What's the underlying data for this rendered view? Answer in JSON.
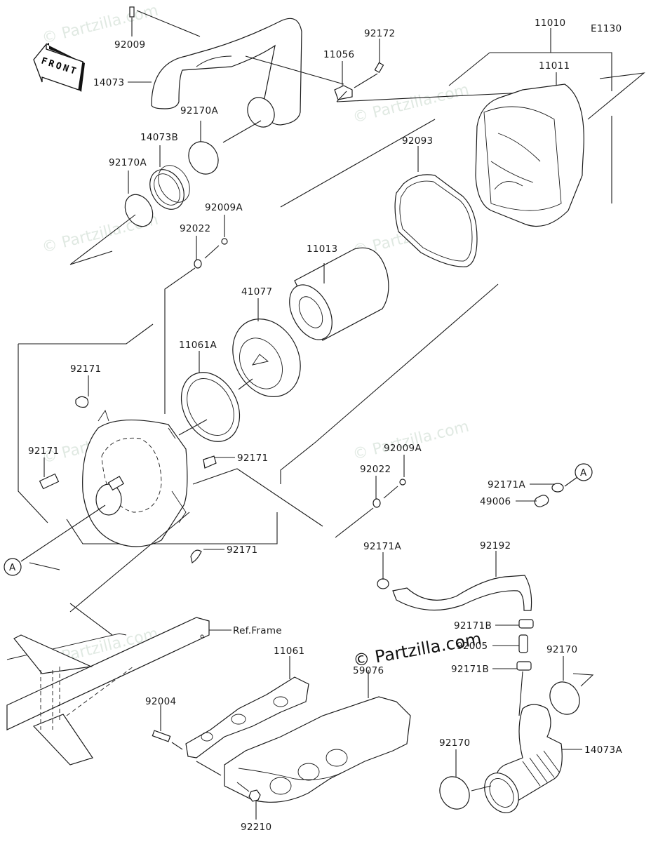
{
  "diagram": {
    "code": "E1130",
    "front_label": "FRONT",
    "ref_frame": "Ref.Frame",
    "watermark": "© Partzilla.com",
    "callout": "A",
    "parts": {
      "p92009": "92009",
      "p14073": "14073",
      "p92170A_top": "92170A",
      "p14073B": "14073B",
      "p92170A_left": "92170A",
      "p92009A_top": "92009A",
      "p92022_top": "92022",
      "p92172": "92172",
      "p11056": "11056",
      "p11010": "11010",
      "p11011": "11011",
      "p92093": "92093",
      "p11013": "11013",
      "p41077": "41077",
      "p11061A": "11061A",
      "p92171_a": "92171",
      "p92171_b": "92171",
      "p92171_c": "92171",
      "p92171_d": "92171",
      "p92009A_mid": "92009A",
      "p92022_mid": "92022",
      "p92171A_top": "92171A",
      "p49006": "49006",
      "p92171A_mid": "92171A",
      "p92192": "92192",
      "p92171B_top": "92171B",
      "p92005": "92005",
      "p92171B_bot": "92171B",
      "p92170_top": "92170",
      "p92170_bot": "92170",
      "p14073A": "14073A",
      "p11061": "11061",
      "p59076": "59076",
      "p92004": "92004",
      "p92210": "92210"
    }
  }
}
